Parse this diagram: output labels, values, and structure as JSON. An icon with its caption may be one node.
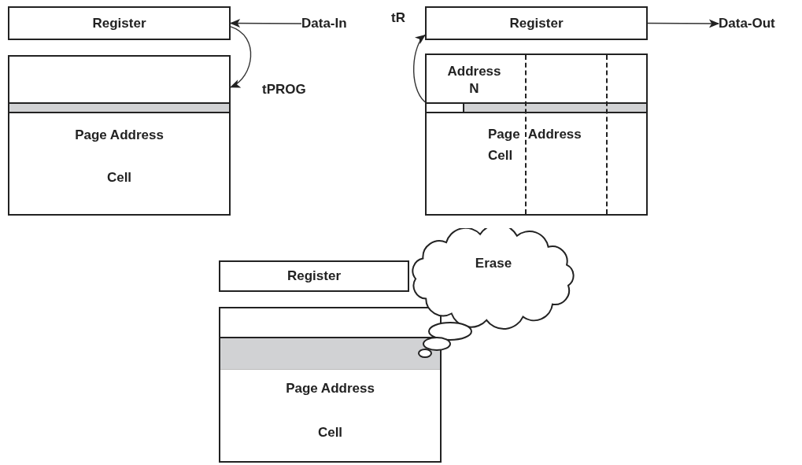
{
  "diagram": {
    "nodes": [
      {
        "text": [
          "Register"
        ]
      },
      {
        "text": [
          "Data-In"
        ]
      },
      {
        "text": [
          "Page Address",
          "Cell"
        ]
      },
      {
        "text": [
          "Register"
        ]
      },
      {
        "text": [
          "Data-Out"
        ]
      },
      {
        "text": [
          "Address N",
          "Page Address",
          "Cell"
        ]
      },
      {
        "text": [
          "Register"
        ]
      },
      {
        "text": [
          "Page Address",
          "Cell"
        ]
      },
      {
        "text": [
          "Erase"
        ]
      }
    ],
    "edges": [
      {
        "from": 1,
        "to": 0,
        "arrow": "to"
      },
      {
        "from": 0,
        "to": 2,
        "arrow": "to",
        "label": "tPROG"
      },
      {
        "from": 5,
        "to": 3,
        "arrow": "to",
        "label": "tR"
      },
      {
        "from": 3,
        "to": 4,
        "arrow": "to"
      }
    ]
  }
}
